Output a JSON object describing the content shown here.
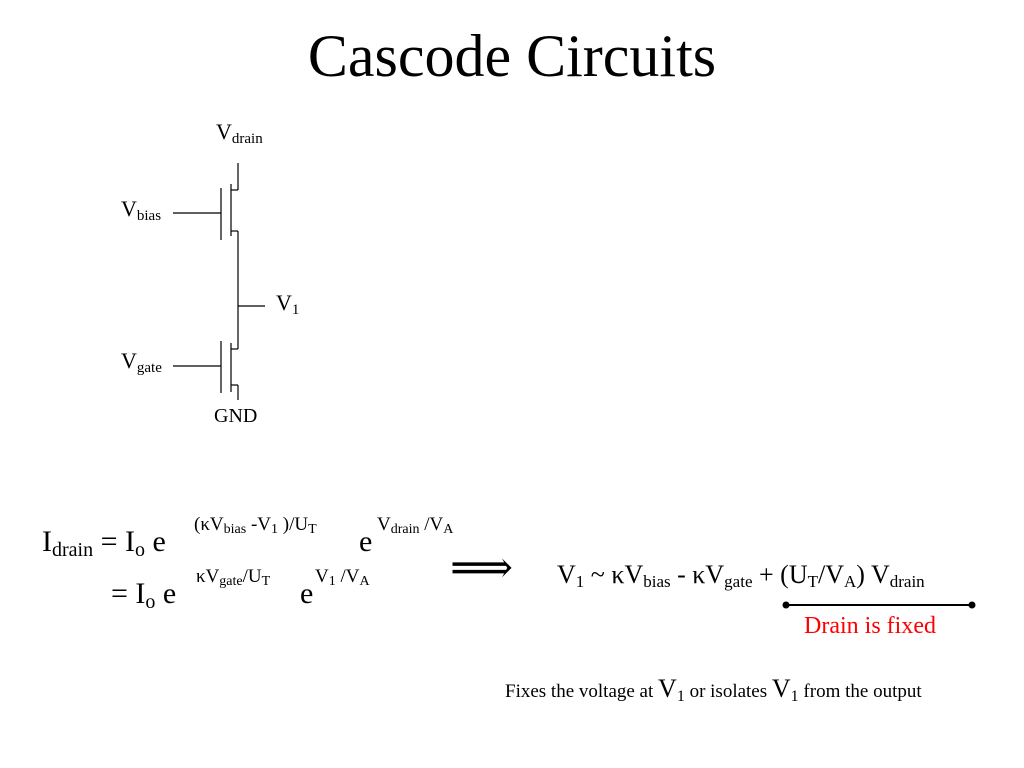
{
  "title": "Cascode Circuits",
  "circuit": {
    "v_drain": {
      "base": "V",
      "sub": "drain"
    },
    "v_bias": {
      "base": "V",
      "sub": "bias"
    },
    "v_1": {
      "base": "V",
      "sub": "1"
    },
    "v_gate": {
      "base": "V",
      "sub": "gate"
    },
    "gnd": "GND"
  },
  "equation": {
    "I": "I",
    "drain": "drain",
    "eq": " = ",
    "Io": "I",
    "o": "o",
    "e": " e",
    "exp1a": "(κV",
    "bias": "bias",
    "exp1b": " -V",
    "one": "1",
    "exp1c": " )/U",
    "T": "T",
    "e2": "e",
    "exp2a": "V",
    "exp2drain": "drain",
    "exp2b": " /V",
    "A": "A",
    "line2_eq": "= ",
    "exp3a": "κV",
    "gate": "gate",
    "exp3b": "/U",
    "exp4a": "V",
    "exp4b": " /V"
  },
  "arrow": "⟹",
  "result": {
    "V": "V",
    "one": "1",
    "t1": " ~ κV",
    "bias": "bias",
    "t2": " - κV",
    "gate": "gate",
    "t3": " + (U",
    "T": "T",
    "t4": "/V",
    "A": "A",
    "t5": ") V",
    "drain": "drain"
  },
  "annotation": "Drain is fixed",
  "footnote": {
    "t1": "Fixes the voltage at ",
    "V": "V",
    "one": "1",
    "t2": " or isolates ",
    "t3": " from the output"
  }
}
